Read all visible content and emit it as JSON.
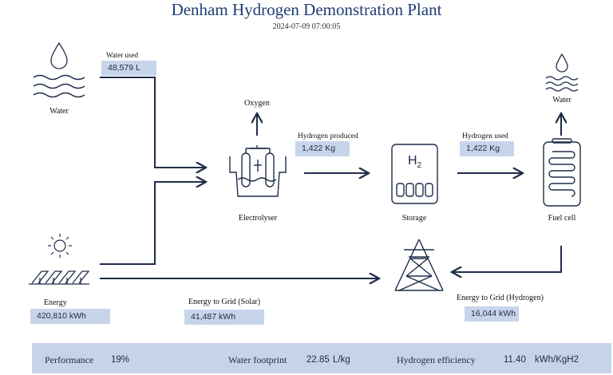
{
  "header": {
    "title": "Denham Hydrogen Demonstration Plant",
    "timestamp": "2024-07-09 07:00:05"
  },
  "nodes": {
    "water_in": "Water",
    "oxygen": "Oxygen",
    "electrolyser": "Electrolyser",
    "storage": "Storage",
    "storage_symbol": "H",
    "storage_symbol_sub": "2",
    "fuel_cell": "Fuel cell",
    "water_out": "Water",
    "energy": "Energy"
  },
  "metrics": {
    "water_used": {
      "label": "Water used",
      "value": "48,579 L"
    },
    "hydrogen_produced": {
      "label": "Hydrogen produced",
      "value": "1,422 Kg"
    },
    "hydrogen_used": {
      "label": "Hydrogen used",
      "value": "1,422 Kg"
    },
    "energy": {
      "value": "420,810 kWh"
    },
    "energy_to_grid_solar": {
      "label": "Energy to Grid (Solar)",
      "value": "41,487 kWh"
    },
    "energy_to_grid_hydrogen": {
      "label": "Energy to Grid (Hydrogen)",
      "value": "16,044 kWh"
    }
  },
  "footer": {
    "performance_label": "Performance",
    "performance_value": "19%",
    "water_footprint_label": "Water footprint",
    "water_footprint_value": "22.85",
    "water_footprint_unit": "L/kg",
    "hydrogen_efficiency_label": "Hydrogen efficiency",
    "hydrogen_efficiency_value": "11.40",
    "hydrogen_efficiency_unit": "kWh/KgH2"
  },
  "colors": {
    "line": "#1f2d4a",
    "box": "#c7d5ea",
    "title": "#1f3d73"
  },
  "icons": [
    "water-drop-icon",
    "waves-icon",
    "sun-icon",
    "solar-panel-icon",
    "electrolyser-icon",
    "storage-tank-icon",
    "fuel-cell-icon",
    "transmission-tower-icon",
    "arrow-up-icon"
  ]
}
